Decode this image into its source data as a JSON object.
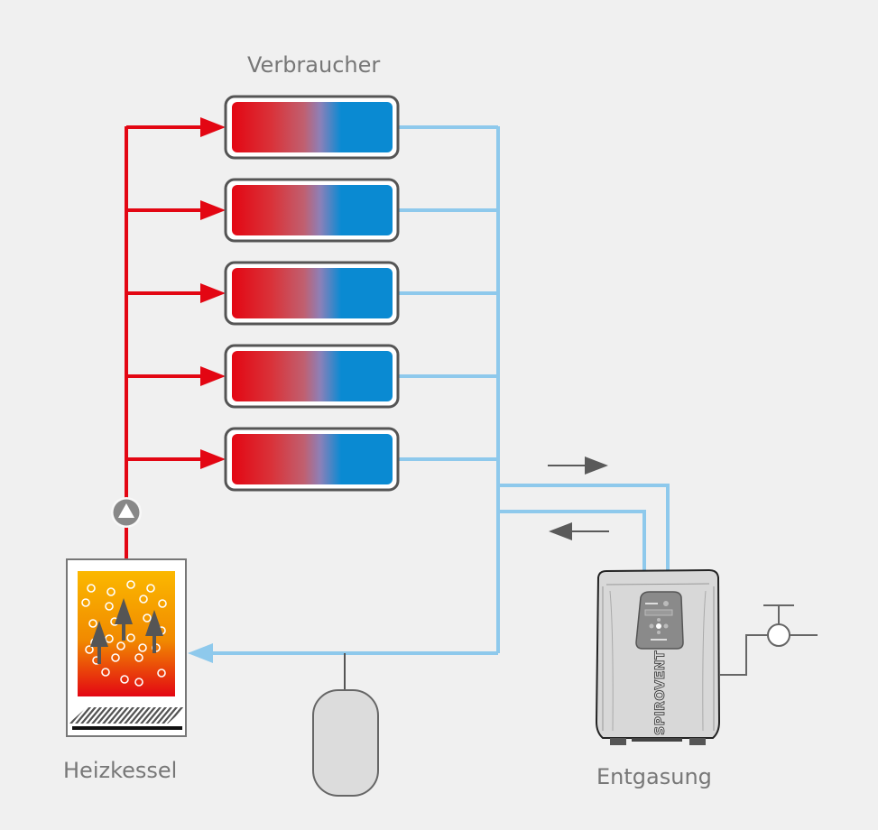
{
  "labels": {
    "consumers": "Verbraucher",
    "boiler": "Heizkessel",
    "degassing": "Entgasung"
  },
  "device": {
    "brand": "SPIROVENT"
  },
  "consumers_count": 5,
  "colors": {
    "background": "#f0f0f0",
    "supply_line": "#e30613",
    "return_line": "#8ec9ec",
    "consumer_hot": "#e30613",
    "consumer_mid": "#8c80b8",
    "consumer_cold": "#0a8ad2",
    "outline": "#555555",
    "pump": "#888888",
    "flow_arrow": "#5a5a5a",
    "boiler_top": "#fbb800",
    "boiler_bottom": "#e30613",
    "vessel_fill": "#dcdcdc",
    "device_fill": "#d8d8d8"
  },
  "icons": {
    "pump": "pump-circle-triangle-icon",
    "flow_out": "arrow-right-icon",
    "flow_in": "arrow-left-icon",
    "valve": "valve-icon",
    "expansion_vessel": "expansion-vessel-icon"
  }
}
